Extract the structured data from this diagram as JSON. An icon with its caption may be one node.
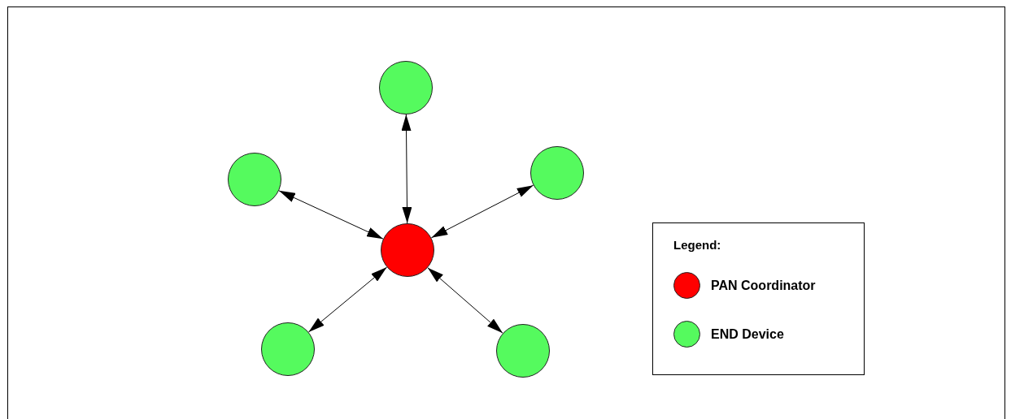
{
  "diagram": {
    "nodes": [
      {
        "text": [],
        "shape": "circle"
      },
      {
        "text": [],
        "shape": "circle"
      },
      {
        "text": [],
        "shape": "circle"
      },
      {
        "text": [],
        "shape": "circle"
      },
      {
        "text": [],
        "shape": "circle"
      },
      {
        "text": [],
        "shape": "circle"
      }
    ],
    "edges": [
      {
        "from": 3,
        "to": 0,
        "arrow": "both"
      },
      {
        "from": 3,
        "to": 1,
        "arrow": "both"
      },
      {
        "from": 3,
        "to": 2,
        "arrow": "both"
      },
      {
        "from": 3,
        "to": 4,
        "arrow": "both"
      },
      {
        "from": 3,
        "to": 5,
        "arrow": "both"
      }
    ],
    "labels": [
      "Legend:"
    ],
    "legend": [
      {
        "text": "PAN Coordinator",
        "color": "#ff0000"
      },
      {
        "text": "END Device",
        "color": "#55fa5e"
      }
    ]
  }
}
